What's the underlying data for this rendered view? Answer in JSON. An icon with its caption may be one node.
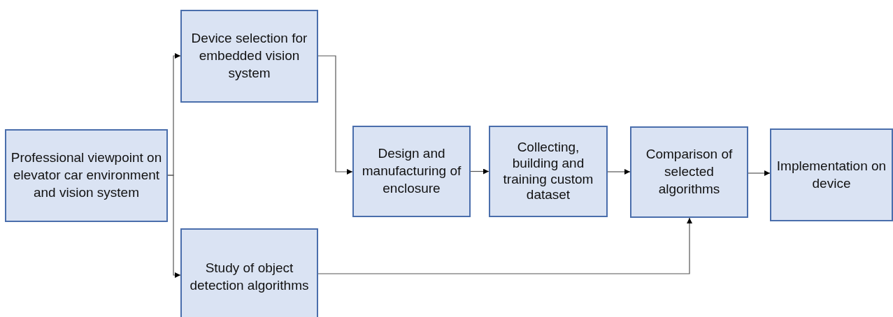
{
  "diagram": {
    "nodes": [
      {
        "text": [
          "Professional viewpoint on elevator car environment and vision system"
        ]
      },
      {
        "text": [
          "Device selection for embedded vision system"
        ]
      },
      {
        "text": [
          "Study of object detection algorithms"
        ]
      },
      {
        "text": [
          "Design and manufacturing of enclosure"
        ]
      },
      {
        "text": [
          "Collecting, building and training custom dataset"
        ]
      },
      {
        "text": [
          "Comparison of selected algorithms"
        ]
      },
      {
        "text": [
          "Implementation on device"
        ]
      }
    ],
    "edges": [
      {
        "from": 0,
        "to": 1,
        "arrow": "to"
      },
      {
        "from": 0,
        "to": 2,
        "arrow": "to"
      },
      {
        "from": 1,
        "to": 3,
        "arrow": "to"
      },
      {
        "from": 3,
        "to": 4,
        "arrow": "to"
      },
      {
        "from": 4,
        "to": 5,
        "arrow": "to"
      },
      {
        "from": 5,
        "to": 6,
        "arrow": "to"
      },
      {
        "from": 2,
        "to": 5,
        "arrow": "to"
      }
    ]
  }
}
